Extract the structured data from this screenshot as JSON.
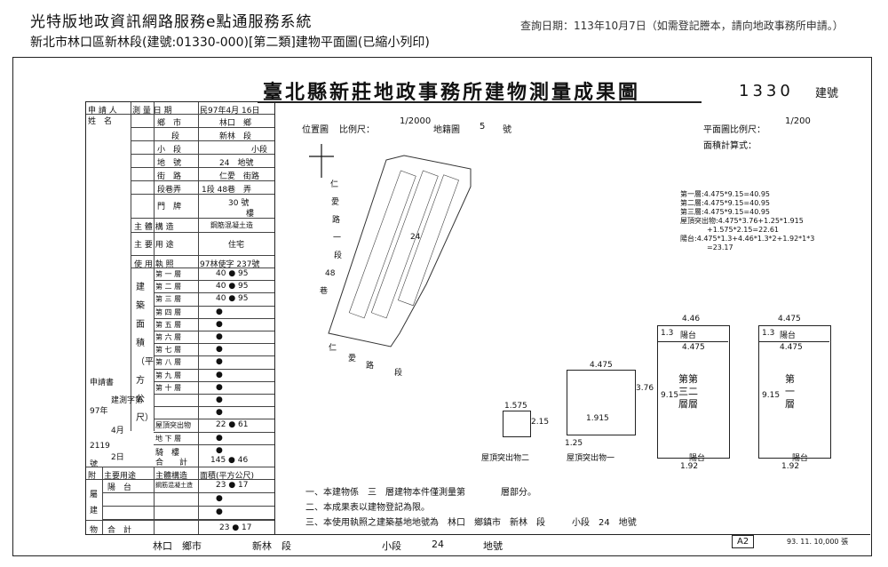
{
  "header": {
    "system_title": "光特版地政資訊網路服務e點通服務系統",
    "location_line": "新北市林口區新林段(建號:01330-000)[第二類]建物平面圖(已縮小列印)",
    "query_date": "查詢日期：113年10月7日（如需登記謄本，請向地政事務所申請。）"
  },
  "doc": {
    "title": "臺北縣新莊地政事務所建物測量成果圖",
    "build_no": "1330",
    "build_no_label": "建號",
    "position_label": "位置圖",
    "scale_label": "比例尺：",
    "scale_pos": "1/2000",
    "map_label": "地籍圖",
    "map_no": "5",
    "map_no_suffix": "號",
    "plan_scale_label": "平面圖比例尺：",
    "plan_scale": "1/200",
    "area_calc_label": "面積計算式：",
    "calcs": [
      "第一層:4.475*9.15=40.95",
      "第二層:4.475*9.15=40.95",
      "第三層:4.475*9.15=40.95",
      "屋頂突出物:4.475*3.76+1.25*1.915",
      "+1.575*2.15=22.61",
      "陽台:4.475*1.3+4.46*1.3*2+1.92*1*3",
      "=23.17"
    ]
  },
  "table": {
    "applicant": "申 請 人",
    "name": "姓　名",
    "survey_date_label": "測 量 日 期",
    "survey_date": "民97年4月 16日",
    "city_label": "鄉　市",
    "city": "林口　鄉",
    "section_label": "段",
    "section": "新林　段",
    "subsection_label": "小　段",
    "subsection": "小段",
    "lot_label": "地　號",
    "lot": "24　地號",
    "street_label": "街　路",
    "street": "仁愛　街路",
    "lane_label": "段巷弄",
    "lane": "1段 48巷　弄",
    "door_label": "門　牌",
    "door_no": "30 號",
    "door_floor": "樓",
    "structure_label": "主 體 構 造",
    "structure": "鋼筋混凝土造",
    "use_label": "主 要 用 途",
    "use": "住宅",
    "permit_label": "使 用 執 照",
    "permit": "97林使字 237號",
    "floors": [
      {
        "label": "第 一 層",
        "area": "40 ● 95"
      },
      {
        "label": "第 二 層",
        "area": "40 ● 95"
      },
      {
        "label": "第 三 層",
        "area": "40 ● 95"
      },
      {
        "label": "第 四 層",
        "area": "●"
      },
      {
        "label": "第 五 層",
        "area": "●"
      },
      {
        "label": "第 六 層",
        "area": "●"
      },
      {
        "label": "第 七 層",
        "area": "●"
      },
      {
        "label": "第 八 層",
        "area": "●"
      },
      {
        "label": "第 九 層",
        "area": "●"
      },
      {
        "label": "第 十 層",
        "area": "●"
      },
      {
        "label": "",
        "area": "●"
      },
      {
        "label": "",
        "area": "●"
      },
      {
        "label": "屋頂突出物",
        "area": "22 ● 61"
      },
      {
        "label": "地 下 層",
        "area": "●"
      },
      {
        "label": "騎　樓",
        "area": "●"
      }
    ],
    "total_label": "合　　計",
    "total": "145 ● 46",
    "side_vertical": "建築面積（平方公尺）",
    "apply_side": [
      "申請書",
      "建測字第",
      "97年",
      "4月",
      "2119",
      "2日",
      "號"
    ],
    "annex_header": [
      "附",
      "主要用途",
      "主體構造",
      "面積(平方公尺)"
    ],
    "annex_rows": [
      {
        "use": "陽　台",
        "struct": "鋼筋混凝土造",
        "area": "23 ● 17"
      },
      {
        "use": "",
        "struct": "",
        "area": "●"
      },
      {
        "use": "",
        "struct": "",
        "area": "●"
      }
    ],
    "annex_total_label": "合　計",
    "annex_total": "23 ● 17",
    "annex_side": [
      "屬",
      "建",
      "物"
    ]
  },
  "map": {
    "street_chars": [
      "仁",
      "愛",
      "路",
      "一",
      "段",
      "48",
      "巷"
    ],
    "lot": "24",
    "bottom_street": [
      "仁",
      "愛",
      "路",
      "段"
    ]
  },
  "plans": {
    "roof2_dim_top": "1.575",
    "roof2_dim_side": "2.15",
    "roof2_label": "屋頂突出物二",
    "roof1_dim_top": "4.475",
    "roof1_dim_side": "3.76",
    "roof1_dim_small": "1.915",
    "roof1_dim_bottom": "1.25",
    "roof1_label": "屋頂突出物一",
    "b23_top": "4.46",
    "b23_balcony": "陽台",
    "b23_13": "1.3",
    "b23_width": "4.475",
    "b23_side": "9.15",
    "b23_label": "第第三二層層",
    "b23_bottom_balcony": "陽台",
    "b23_bottom": "1.92",
    "b1_top": "4.475",
    "b1_balcony": "陽台",
    "b1_13": "1.3",
    "b1_width": "4.475",
    "b1_side": "9.15",
    "b1_label": "第一層",
    "b1_bottom_balcony": "陽台",
    "b1_bottom": "1.92"
  },
  "notes": [
    "一、本建物係　三　層建物本件僅測量第　　　　層部分。",
    "二、本成果表以建物登記為限。",
    "三、本使用執照之建築基地地號為　林口　鄉鎮市　新林　段　　　小段　24　地號"
  ],
  "footer": {
    "city": "林口　鄉市",
    "section": "新林　段",
    "subsection": "小段",
    "lot": "24",
    "lot_label": "地號",
    "sheet": "A2",
    "print": "93. 11. 10,000 張"
  }
}
